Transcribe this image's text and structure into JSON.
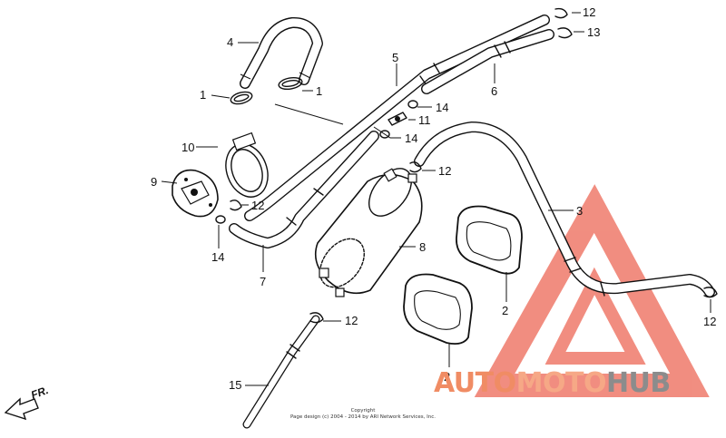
{
  "callouts": {
    "c1a": "1",
    "c1b": "1",
    "c2a": "2",
    "c2b": "2",
    "c3": "3",
    "c4": "4",
    "c5": "5",
    "c6": "6",
    "c7": "7",
    "c8": "8",
    "c9": "9",
    "c10": "10",
    "c11": "11",
    "c12a": "12",
    "c12b": "12",
    "c12c": "12",
    "c12d": "12",
    "c12e": "12",
    "c13": "13",
    "c14a": "14",
    "c14b": "14",
    "c14c": "14",
    "c15": "15"
  },
  "front_marker": "FR.",
  "copyright": {
    "line1": "Copyright",
    "line2": "Page design (c) 2004 - 2014 by ARI Network Services, Inc."
  },
  "watermark": {
    "part1": "AUTO",
    "part2": "MOTO",
    "part3": "HUB",
    "colors": {
      "auto": "#f08c64",
      "moto": "#f4a07d",
      "hub": "#8a8a8a",
      "triangle": "#ef6a5b"
    }
  }
}
